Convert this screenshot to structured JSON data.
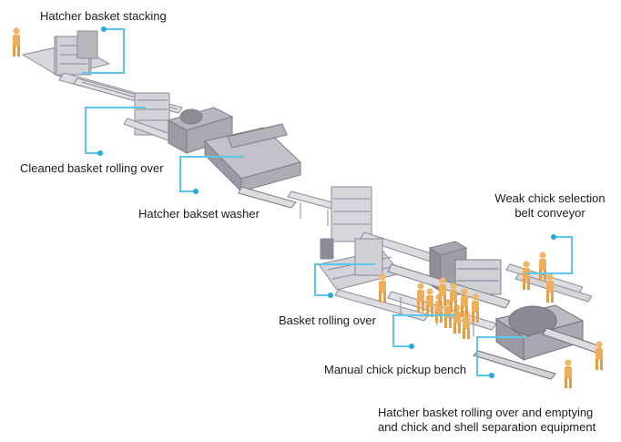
{
  "labels": {
    "stacking": "Hatcher basket stacking",
    "cleaned": "Cleaned basket rolling over",
    "washer": "Hatcher bakset washer",
    "weak_1": "Weak chick selection",
    "weak_2": "belt conveyor",
    "rolling": "Basket rolling over",
    "pickup": "Manual chick pickup bench",
    "emptying_1": "Hatcher basket rolling over and emptying",
    "emptying_2": "and chick and shell separation equipment"
  },
  "colors": {
    "leader": "#5bc6ea",
    "dot": "#2aa8d8",
    "machine_light": "#c9c9d0",
    "machine_mid": "#a9a9b2",
    "machine_dark": "#7c7c86",
    "worker": "#f0b766",
    "text": "#1c1c1c"
  }
}
